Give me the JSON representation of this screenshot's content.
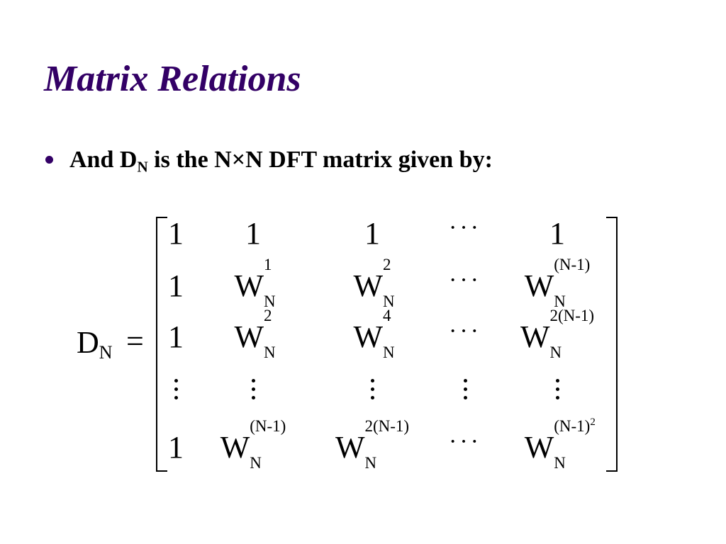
{
  "slide": {
    "title": "Matrix Relations",
    "bullet": {
      "prefix": "And D",
      "sub": "N",
      "suffix": " is the N×N DFT matrix given by:"
    },
    "equation": {
      "lhs_base": "D",
      "lhs_sub": "N",
      "equals": "=",
      "matrix": {
        "rows": [
          [
            {
              "base": "1"
            },
            {
              "base": "1"
            },
            {
              "base": "1"
            },
            {
              "dots": "horizontal",
              "text": "···"
            },
            {
              "base": "1"
            }
          ],
          [
            {
              "base": "1"
            },
            {
              "base": "W",
              "sup": "1",
              "sub": "N"
            },
            {
              "base": "W",
              "sup": "2",
              "sub": "N"
            },
            {
              "dots": "horizontal",
              "text": "···"
            },
            {
              "base": "W",
              "sup": "(N-1)",
              "sub": "N"
            }
          ],
          [
            {
              "base": "1"
            },
            {
              "base": "W",
              "sup": "2",
              "sub": "N"
            },
            {
              "base": "W",
              "sup": "4",
              "sub": "N"
            },
            {
              "dots": "horizontal",
              "text": "···"
            },
            {
              "base": "W",
              "sup": "2(N-1)",
              "sub": "N"
            }
          ],
          [
            {
              "dots": "vertical"
            },
            {
              "dots": "vertical"
            },
            {
              "dots": "vertical"
            },
            {
              "dots": "vertical"
            },
            {
              "dots": "vertical"
            }
          ],
          [
            {
              "base": "1"
            },
            {
              "base": "W",
              "sup": "(N-1)",
              "sub": "N"
            },
            {
              "base": "W",
              "sup": "2(N-1)",
              "sub": "N"
            },
            {
              "dots": "horizontal",
              "text": "···"
            },
            {
              "base": "W",
              "sup": "(N-1)",
              "sup_power": "2",
              "sub": "N"
            }
          ]
        ]
      }
    },
    "colors": {
      "title": "#330066",
      "bullet": "#330066",
      "text": "#000000",
      "background": "#ffffff"
    }
  }
}
